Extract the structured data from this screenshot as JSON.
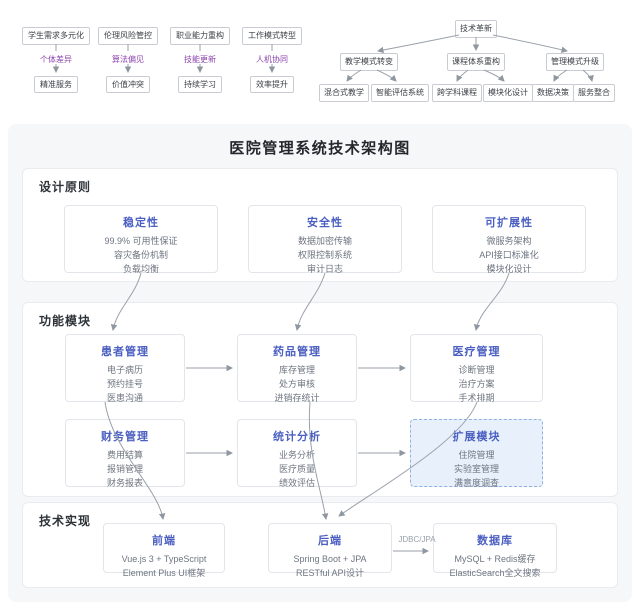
{
  "colors": {
    "accent_blue": "#4a5fc1",
    "edge_label_purple": "#8e44ad",
    "panel_bg": "#f6f7f9",
    "extension_box_bg": "#e8f1fb",
    "arrow_gray": "#9aa1aa"
  },
  "top_left": {
    "flows": [
      {
        "source": "学生需求多元化",
        "edge": "个体差异",
        "target": "精准服务"
      },
      {
        "source": "伦理风险管控",
        "edge": "算法偏见",
        "target": "价值冲突"
      },
      {
        "source": "职业能力重构",
        "edge": "技能更新",
        "target": "持续学习"
      },
      {
        "source": "工作模式转型",
        "edge": "人机协同",
        "target": "效率提升"
      }
    ]
  },
  "top_right": {
    "root": "技术革新",
    "branches": [
      {
        "label": "教学模式转变",
        "children": [
          "混合式教学",
          "智能评估系统"
        ]
      },
      {
        "label": "课程体系重构",
        "children": [
          "跨学科课程",
          "模块化设计"
        ]
      },
      {
        "label": "管理模式升级",
        "children": [
          "数据决策",
          "服务整合"
        ]
      }
    ]
  },
  "architecture": {
    "title": "医院管理系统技术架构图",
    "design_principles": {
      "label": "设计原则",
      "cards": [
        {
          "title": "稳定性",
          "items": [
            "99.9% 可用性保证",
            "容灾备份机制",
            "负载均衡"
          ]
        },
        {
          "title": "安全性",
          "items": [
            "数据加密传输",
            "权限控制系统",
            "审计日志"
          ]
        },
        {
          "title": "可扩展性",
          "items": [
            "微服务架构",
            "API接口标准化",
            "模块化设计"
          ]
        }
      ]
    },
    "modules": {
      "label": "功能模块",
      "row1": [
        {
          "title": "患者管理",
          "items": [
            "电子病历",
            "预约挂号",
            "医患沟通"
          ]
        },
        {
          "title": "药品管理",
          "items": [
            "库存管理",
            "处方审核",
            "进销存统计"
          ]
        },
        {
          "title": "医疗管理",
          "items": [
            "诊断管理",
            "治疗方案",
            "手术排期"
          ]
        }
      ],
      "row2": [
        {
          "title": "财务管理",
          "items": [
            "费用结算",
            "报销管理",
            "财务报表"
          ]
        },
        {
          "title": "统计分析",
          "items": [
            "业务分析",
            "医疗质量",
            "绩效评估"
          ]
        },
        {
          "title": "扩展模块",
          "items": [
            "住院管理",
            "实验室管理",
            "满意度调查"
          ]
        }
      ]
    },
    "tech": {
      "label": "技术实现",
      "edge_label": "JDBC/JPA",
      "boxes": [
        {
          "title": "前端",
          "items": [
            "Vue.js 3 + TypeScript",
            "Element Plus UI框架"
          ]
        },
        {
          "title": "后端",
          "items": [
            "Spring Boot + JPA",
            "RESTful API设计"
          ]
        },
        {
          "title": "数据库",
          "items": [
            "MySQL + Redis缓存",
            "ElasticSearch全文搜索"
          ]
        }
      ]
    }
  }
}
